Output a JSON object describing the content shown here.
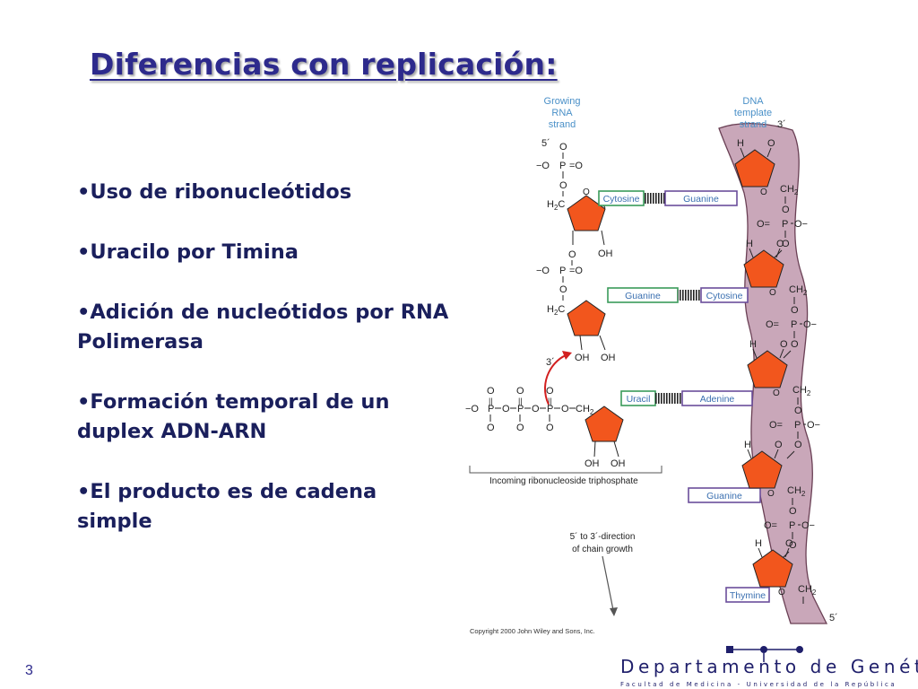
{
  "slide": {
    "title": "Diferencias con replicación:",
    "bullets": [
      "•Uso de ribonucleótidos",
      "•Uracilo por Timina",
      "•Adición de nucleótidos por RNA Polimerasa",
      "•Formación temporal de un duplex ADN-ARN",
      "•El producto es de cadena simple"
    ],
    "page_number": "3"
  },
  "diagram": {
    "growing_rna_label": [
      "Growing",
      "RNA",
      "strand"
    ],
    "dna_template_label": [
      "DNA",
      "template",
      "strand"
    ],
    "five_prime": "5´",
    "three_prime": "3´",
    "rna_bases": [
      "Cytosine",
      "Guanine",
      "Uracil"
    ],
    "dna_bases": [
      "Guanine",
      "Cytosine",
      "Adenine",
      "Guanine",
      "Thymine"
    ],
    "incoming_label": "Incoming ribonucleoside triphosphate",
    "direction_label": [
      "5´ to 3´-direction",
      "of chain growth"
    ],
    "copyright": "Copyright 2000 John Wiley and Sons, Inc.",
    "chem": {
      "o": "O",
      "p": "P",
      "h": "H",
      "oh": "OH",
      "o_minus": "−O",
      "minus_o": "O−",
      "eq_o": "=O",
      "o_eq": "O=",
      "ch2": "CH",
      "h2c": "H",
      "sub2": "2",
      "c": "C",
      "dbl": "||"
    },
    "colors": {
      "sugar": "#f2561d",
      "backbone": "#c9a7b9",
      "rna_box": "#3a9b5a",
      "dna_box": "#6b4e9b",
      "arrow": "#d21f1f"
    }
  },
  "footer": {
    "department": "Departamento de Genética",
    "faculty": "Facultad de Medicina - Universidad de la República"
  }
}
